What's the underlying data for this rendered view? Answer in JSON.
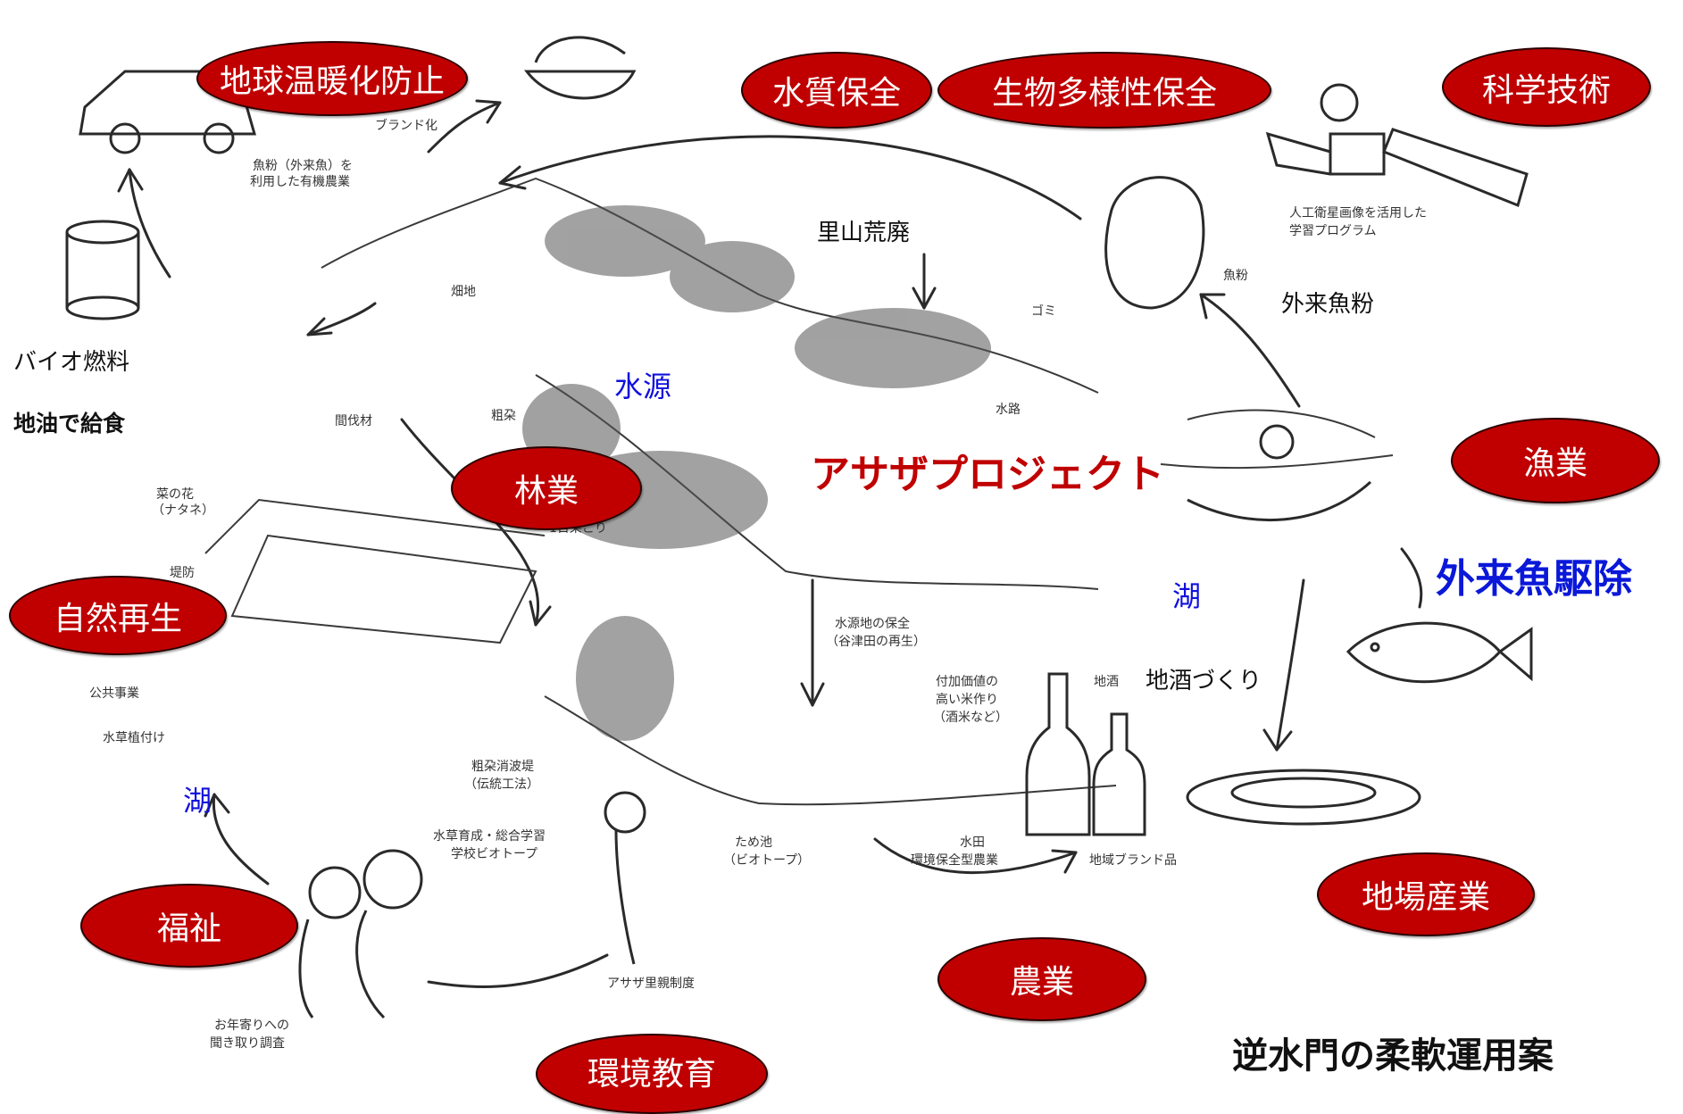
{
  "ovals": {
    "global_warming": "地球温暖化防止",
    "water_quality": "水質保全",
    "biodiversity": "生物多様性保全",
    "science_tech": "科学技術",
    "forestry": "林業",
    "fishery": "漁業",
    "nature_regen": "自然再生",
    "welfare": "福祉",
    "local_industry": "地場産業",
    "agriculture": "農業",
    "env_education": "環境教育"
  },
  "title": "アサザプロジェクト",
  "labels": {
    "satoyama": "里山荒廃",
    "fishmeal_foreign": "外来魚粉",
    "biofuel": "バイオ燃料",
    "local_oil_meal": "地油で給食",
    "water_source": "水源",
    "lake_right": "湖",
    "foreign_fish_removal": "外来魚駆除",
    "local_sake": "地酒づくり",
    "lake_left": "湖",
    "floodgate": "逆水門の柔軟運用案"
  },
  "sketch_labels": {
    "brand": "ブランド化",
    "organic_line1": "魚粉（外来魚）を",
    "organic_line2": "利用した有機農業",
    "field": "畑地",
    "satellite_line1": "人工衛星画像を活用した",
    "satellite_line2": "学習プログラム",
    "fishmeal": "魚粉",
    "garbage": "ゴミ",
    "water_channel": "水路",
    "thinned_wood": "間伐材",
    "brush": "粗朶",
    "rapeseed_line1": "菜の花",
    "rapeseed_line2": "（ナタネ）",
    "cutting": "1日朶こり",
    "water_conserve_line1": "水源地の保全",
    "water_conserve_line2": "（谷津田の再生）",
    "embankment": "堤防",
    "public_works": "公共事業",
    "aquatic_planting": "水草植付け",
    "brush_breakwater_line1": "粗朶消波堤",
    "brush_breakwater_line2": "（伝統工法）",
    "value_rice_line1": "付加価値の",
    "value_rice_line2": "高い米作り",
    "value_rice_line3": "（酒米など）",
    "local_sake_small": "地酒",
    "school_biotope_line1": "水草育成・総合学習",
    "school_biotope_line2": "学校ビオトープ",
    "pond_line1": "ため池",
    "pond_line2": "（ビオトープ）",
    "paddy_line1": "水田",
    "paddy_line2": "環境保全型農業",
    "regional_brand": "地域ブランド品",
    "satoya_system": "アサザ里親制度",
    "elderly_line1": "お年寄りへの",
    "elderly_line2": "聞き取り調査"
  }
}
